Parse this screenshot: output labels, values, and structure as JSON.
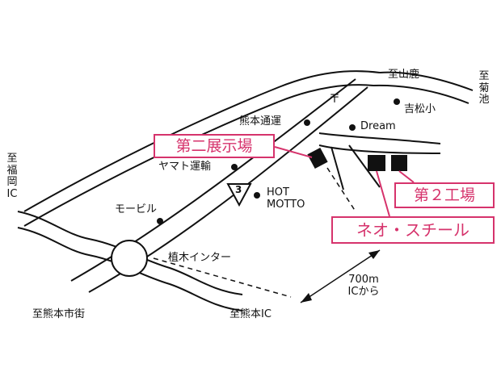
{
  "map": {
    "destinations": {
      "yamaga": "至山鹿",
      "kikuchi": "至菊池",
      "fukuoka": "至福岡IC",
      "kumamoto_city": "至熊本市街",
      "kumamoto_ic": "至熊本IC"
    },
    "places": {
      "yoshimatsu": "吉松小",
      "dream": "Dream",
      "kumamoto_tsuun": "熊本通運",
      "yamato": "ヤマト運輸",
      "mobil": "モービル",
      "hot_motto": "HOT MOTTO",
      "ueki_ic": "植木インター"
    },
    "route_number": "3",
    "post_office_symbol": "〒",
    "distance_note": "700m ICから",
    "highlight_labels": {
      "showroom2": "第二展示場",
      "factory2": "第２工場",
      "neo_steel": "ネオ・スチール"
    },
    "colors": {
      "highlight": "#d6336c",
      "ink": "#111111",
      "background": "#ffffff"
    }
  }
}
